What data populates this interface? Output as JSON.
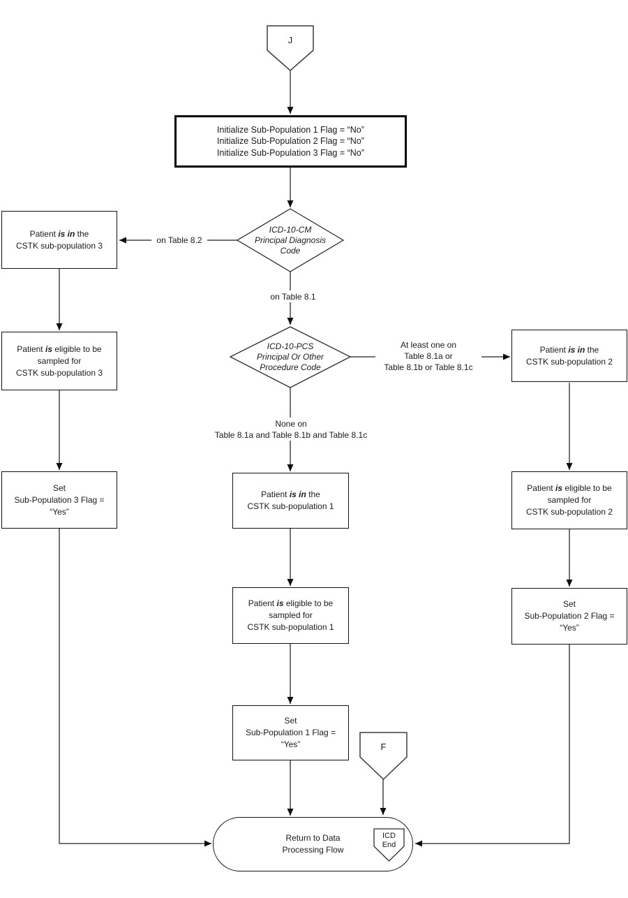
{
  "d": {
    "connector_j": "J",
    "connector_f": "F",
    "init": {
      "line1": "Initialize Sub-Population 1 Flag = “No”",
      "line2": "Initialize Sub-Population 2 Flag = “No”",
      "line3": "Initialize Sub-Population 3 Flag = “No”"
    },
    "decision_cm": {
      "line1": "ICD-10-CM",
      "line2": "Principal Diagnosis",
      "line3": "Code"
    },
    "decision_pcs": {
      "line1": "ICD-10-PCS",
      "line2": "Principal Or Other",
      "line3": "Procedure Code"
    },
    "labels": {
      "table82": "on Table 8.2",
      "table81": "on Table 8.1",
      "atleast1": "At least one on",
      "atleast2": "Table 8.1a or",
      "atleast3": "Table 8.1b or Table 8.1c",
      "none1": "None on",
      "none2": "Table 8.1a and Table 8.1b and Table 8.1c"
    },
    "in3": {
      "seg1": "Patient ",
      "em": "is in",
      "seg2": " the",
      "line2": "CSTK sub-population 3"
    },
    "elig3": {
      "seg1": "Patient ",
      "em": "is",
      "seg2": " eligible to be",
      "line2": "sampled for",
      "line3": "CSTK sub-population 3"
    },
    "set3": {
      "line1": "Set",
      "line2": "Sub-Population 3 Flag =",
      "line3": "“Yes”"
    },
    "in1": {
      "seg1": "Patient ",
      "em": "is in",
      "seg2": " the",
      "line2": "CSTK sub-population 1"
    },
    "elig1": {
      "seg1": "Patient ",
      "em": "is",
      "seg2": " eligible to be",
      "line2": "sampled for",
      "line3": "CSTK sub-population 1"
    },
    "set1": {
      "line1": "Set",
      "line2": "Sub-Population 1 Flag =",
      "line3": "“Yes”"
    },
    "in2": {
      "seg1": "Patient ",
      "em": "is in",
      "seg2": " the",
      "line2": "CSTK sub-population 2"
    },
    "elig2": {
      "seg1": "Patient ",
      "em": "is",
      "seg2": " eligible to be",
      "line2": "sampled for",
      "line3": "CSTK sub-population 2"
    },
    "set2": {
      "line1": "Set",
      "line2": "Sub-Population 2 Flag =",
      "line3": "“Yes”"
    },
    "terminal": {
      "line1": "Return to Data",
      "line2": "Processing Flow"
    },
    "icd_end": {
      "line1": "ICD",
      "line2": "End"
    },
    "colors": {
      "line": "#444444",
      "border": "#111111",
      "arrow": "#0d0d0d"
    }
  }
}
